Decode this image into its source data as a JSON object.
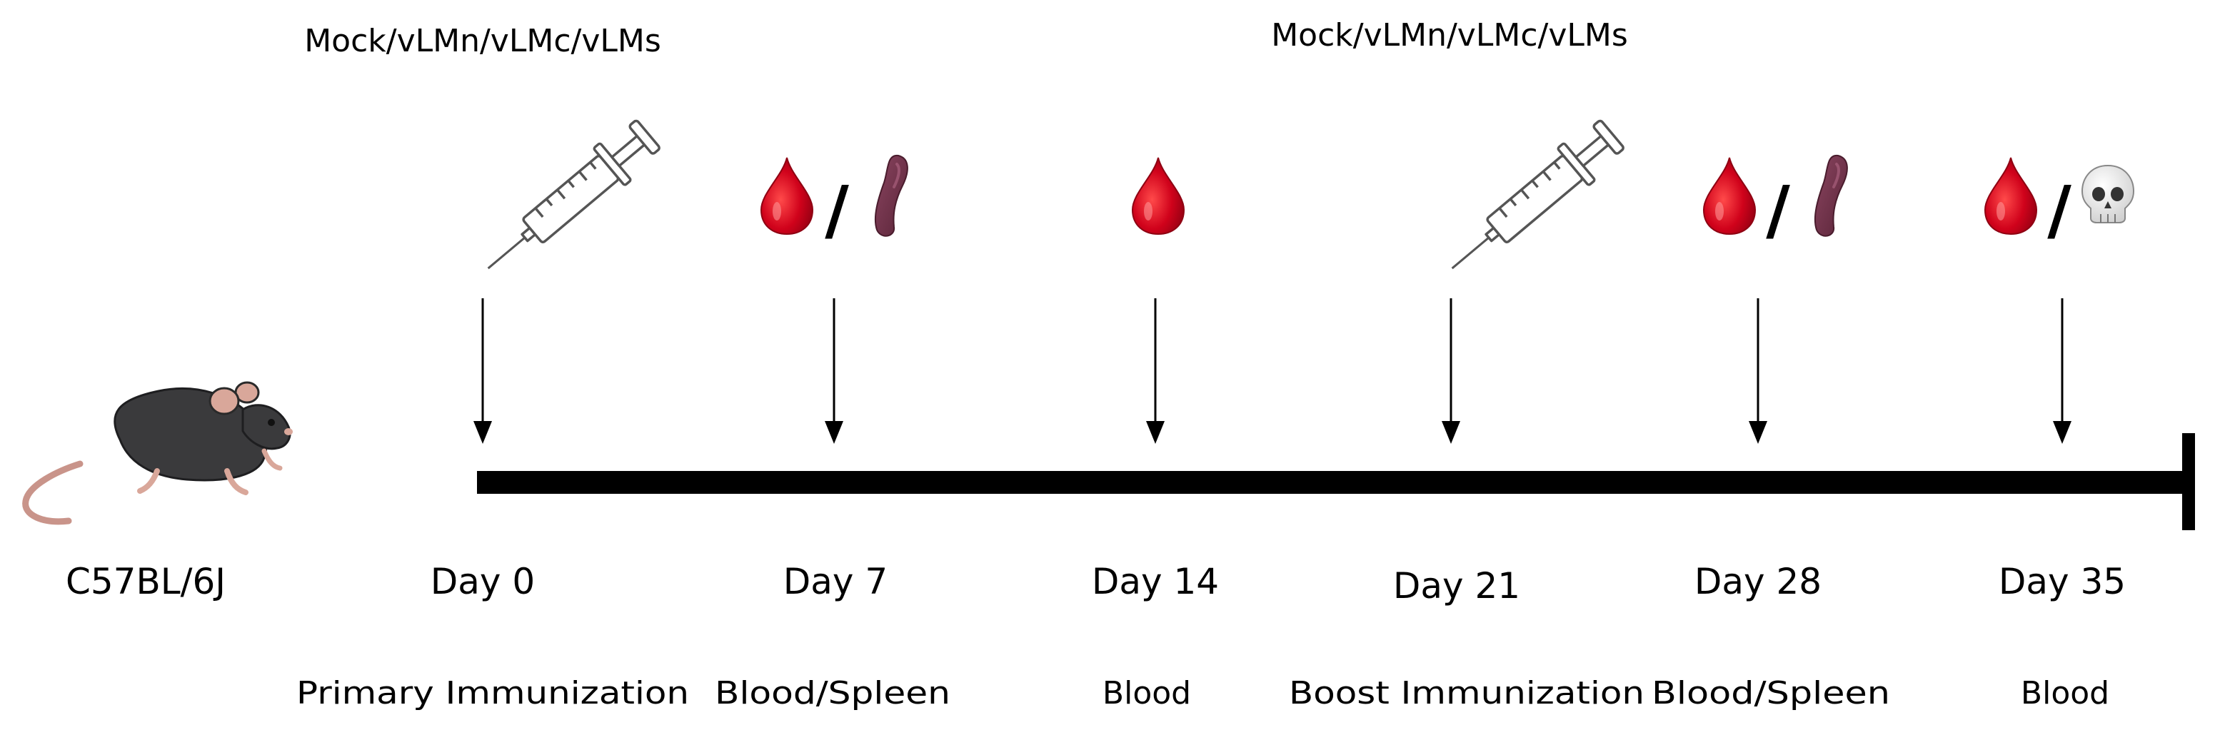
{
  "strain_label": "C57BL/6J",
  "injections": [
    {
      "label": "Mock/vLMn/vLMc/vLMs"
    },
    {
      "label": "Mock/vLMn/vLMc/vLMs"
    }
  ],
  "timepoints": [
    {
      "day": "Day 0",
      "event": "Primary Immunization",
      "icons": [
        "syringe-icon"
      ]
    },
    {
      "day": "Day 7",
      "event": "Blood/Spleen",
      "icons": [
        "blood-drop-icon",
        "spleen-icon"
      ],
      "separator": "/"
    },
    {
      "day": "Day 14",
      "event": "Blood",
      "icons": [
        "blood-drop-icon"
      ]
    },
    {
      "day": "Day 21",
      "event": "Boost Immunization",
      "icons": [
        "syringe-icon"
      ]
    },
    {
      "day": "Day 28",
      "event": "Blood/Spleen",
      "icons": [
        "blood-drop-icon",
        "spleen-icon"
      ],
      "separator": "/"
    },
    {
      "day": "Day 35",
      "event": "Blood",
      "icons": [
        "blood-drop-icon",
        "skull-icon"
      ],
      "separator": "/"
    }
  ],
  "colors": {
    "timeline": "#000000",
    "blood": "#d0021b",
    "spleen": "#6b2f45",
    "mouse_body": "#3a3a3c",
    "mouse_ear": "#d9a79a",
    "mouse_tail": "#c9948a"
  }
}
